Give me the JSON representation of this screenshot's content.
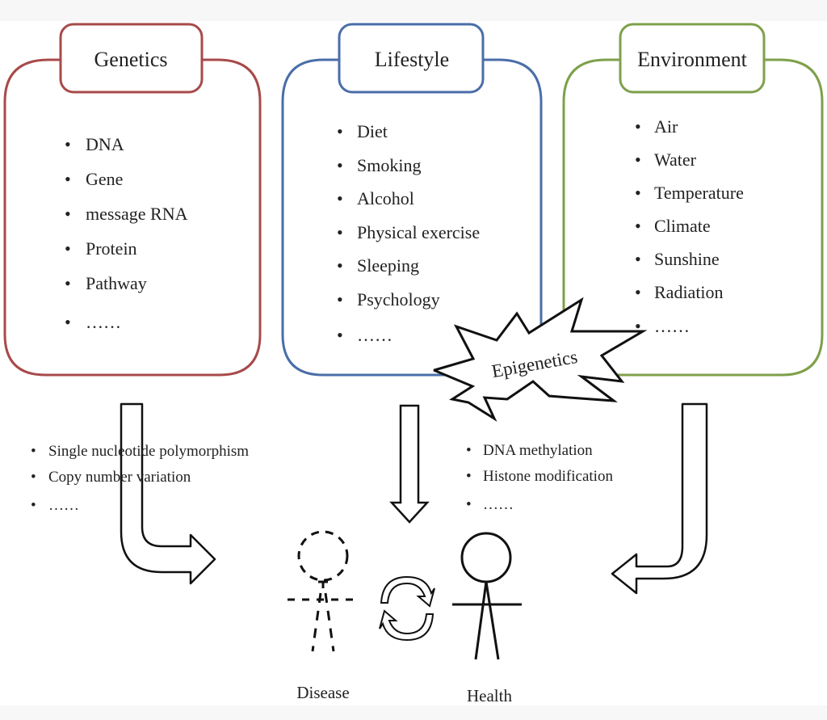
{
  "panels": [
    {
      "id": "genetics",
      "title": "Genetics",
      "color": "#a84a4a",
      "items": [
        "DNA",
        "Gene",
        "message RNA",
        "Protein",
        "Pathway",
        "……"
      ]
    },
    {
      "id": "lifestyle",
      "title": "Lifestyle",
      "color": "#4a6ea8",
      "items": [
        "Diet",
        "Smoking",
        "Alcohol",
        "Physical exercise",
        "Sleeping",
        "Psychology",
        "……"
      ]
    },
    {
      "id": "environment",
      "title": "Environment",
      "color": "#7ea04a",
      "items": [
        "Air",
        "Water",
        "Temperature",
        "Climate",
        "Sunshine",
        "Radiation",
        "……"
      ]
    }
  ],
  "epigenetics": {
    "label": "Epigenetics",
    "items": [
      "DNA methylation",
      "Histone modification",
      "……"
    ]
  },
  "genetic_variation": {
    "items": [
      "Single nucleotide polymorphism",
      "Copy number variation",
      "……"
    ]
  },
  "outcomes": {
    "disease_label": "Disease",
    "health_label": "Health"
  },
  "bullet": "•"
}
